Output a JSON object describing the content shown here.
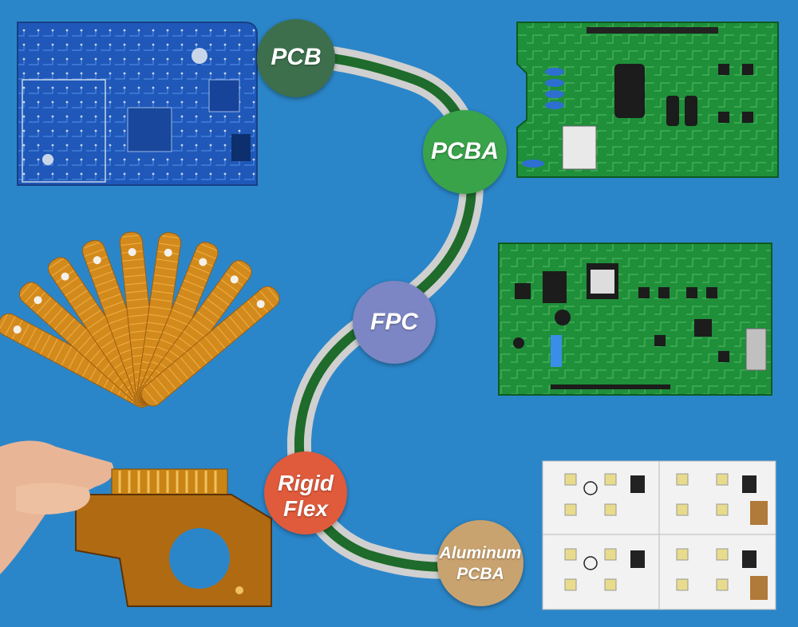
{
  "nodes": {
    "pcb": {
      "label": "PCB",
      "color": "#3d6f4d"
    },
    "pcba": {
      "label": "PCBA",
      "color": "#39a34a"
    },
    "fpc": {
      "label": "FPC",
      "color": "#7c86c4"
    },
    "rigid_flex": {
      "label_line1": "Rigid",
      "label_line2": "Flex",
      "color": "#e05a3c"
    },
    "aluminum_pcba": {
      "label_line1": "Aluminum",
      "label_line2": "PCBA",
      "color": "#c9a36f"
    }
  },
  "connector": {
    "outer_color": "#d0d0d0",
    "inner_color": "#1e6b2b"
  },
  "photos": {
    "blue_pcb": "blue-pcb-photo",
    "green_pcba_top": "green-pcba-photo",
    "green_pcba_middle": "green-pcba-photo",
    "flex_fan": "flexible-circuit-fan-photo",
    "rigid_flex_hand": "rigid-flex-board-in-hand-photo",
    "aluminum_led": "aluminum-led-board-photo"
  }
}
